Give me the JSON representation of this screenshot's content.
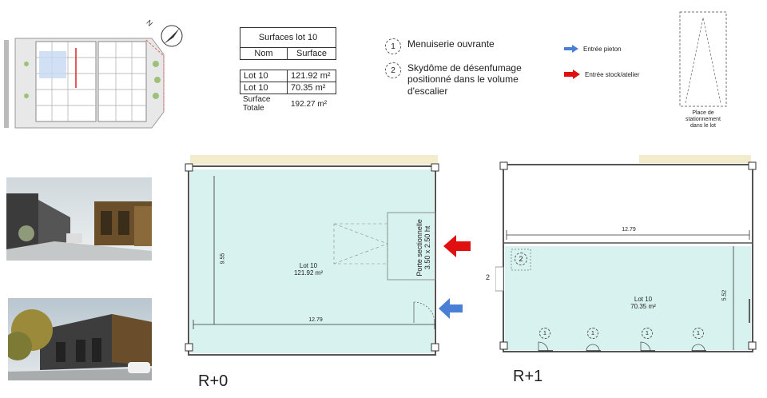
{
  "surfaces_table": {
    "title": "Surfaces lot 10",
    "col_name": "Nom",
    "col_surface": "Surface",
    "rows": [
      {
        "name": "Lot 10",
        "surface": "121.92 m²"
      },
      {
        "name": "Lot 10",
        "surface": "70.35 m²"
      }
    ],
    "total_label_1": "Surface",
    "total_label_2": "Totale",
    "total_value": "192.27 m²"
  },
  "legend": {
    "item1_num": "1",
    "item1_text": "Menuiserie ouvrante",
    "item2_num": "2",
    "item2_line1": "Skydôme de désenfumage",
    "item2_line2": "positionné dans le volume",
    "item2_line3": "d'escalier",
    "entree_pieton": "Entrée pieton",
    "entree_stock": "Entrée stock/atelier",
    "pieton_color": "#4a7fd6",
    "stock_color": "#e01010"
  },
  "parking": {
    "line1": "Place de",
    "line2": "stationnement",
    "line3": "dans le lot"
  },
  "plan_r0": {
    "level": "R+0",
    "lot_name": "Lot 10",
    "lot_area": "121.92 m²",
    "dim_height": "9.55",
    "dim_width": "12.79",
    "door_line1": "Porte sectionnelle",
    "door_line2": "3.50 x 2.50 ht",
    "fill_color": "#d8f3ef"
  },
  "plan_r1": {
    "level": "R+1",
    "lot_name": "Lot 10",
    "lot_area": "70.35 m²",
    "dim_width": "12.79",
    "dim_height": "5.52",
    "side_label": "2",
    "skydome_num": "2",
    "window_num": "1",
    "fill_color": "#d8f3ef"
  }
}
